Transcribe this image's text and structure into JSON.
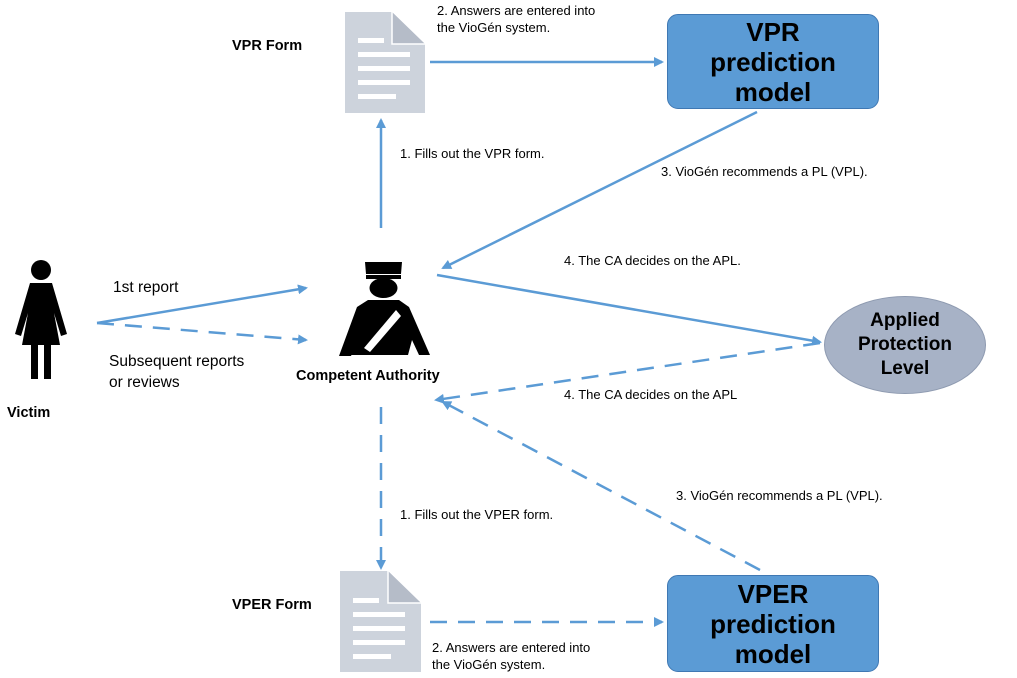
{
  "nodes": {
    "vpr_form": "VPR Form",
    "vper_form": "VPER Form",
    "vpr_model": "VPR\nprediction\nmodel",
    "vper_model": "VPER\nprediction\nmodel",
    "apl": "Applied\nProtection\nLevel",
    "competent_authority": "Competent Authority",
    "victim": "Victim"
  },
  "edges": {
    "vpr_entered_1": "2. Answers are entered into",
    "vpr_entered_2": "the VioGén system.",
    "vpr_fill": "1. Fills out the VPR form.",
    "vpr_recommend": "3. VioGén recommends a PL (VPL).",
    "ca_decides_top": "4. The CA decides on the APL.",
    "first_report": "1st report",
    "subsequent_1": "Subsequent reports",
    "subsequent_2": "or reviews",
    "ca_decides_bottom": "4. The CA decides on the APL",
    "vper_recommend": "3. VioGén recommends a PL (VPL).",
    "vper_fill": "1. Fills out the VPER form.",
    "vper_entered_1": "2. Answers are entered into",
    "vper_entered_2": "the VioGén system."
  },
  "colors": {
    "arrow": "#5b9bd5",
    "box_fill": "#5b9bd5",
    "ellipse_fill": "#a7b2c6",
    "doc_fill": "#cdd3dc",
    "icon": "#000000"
  }
}
